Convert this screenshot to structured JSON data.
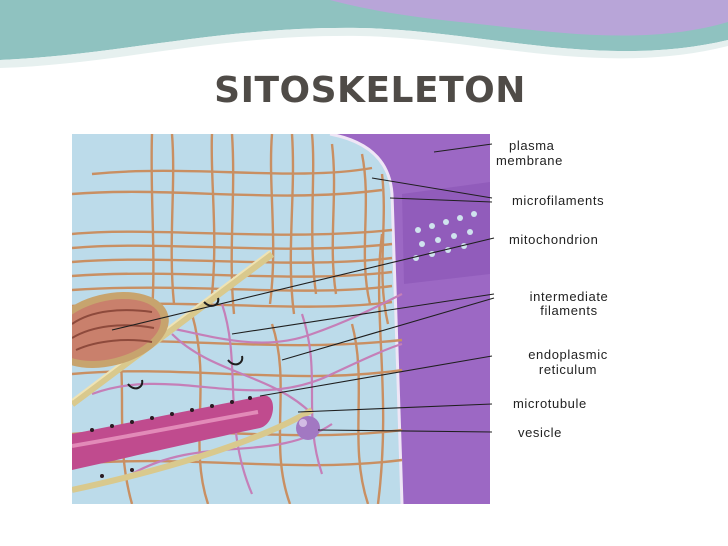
{
  "slide": {
    "title": "SITOSKELETON"
  },
  "diagram": {
    "labels": {
      "plasma_membrane_1": "plasma",
      "plasma_membrane_2": "membrane",
      "microfilaments": "microfilaments",
      "mitochondrion": "mitochondrion",
      "intermediate_filaments_1": "intermediate",
      "intermediate_filaments_2": "filaments",
      "endoplasmic_reticulum_1": "endoplasmic",
      "endoplasmic_reticulum_2": "reticulum",
      "microtubule": "microtubule",
      "vesicle": "vesicle"
    }
  },
  "colors": {
    "header_teal": "#7fb7b6",
    "header_purple": "#b9a7d6",
    "cytoplasm": "#bcdbea",
    "membrane": "#9c68c4",
    "filament": "#c98f62",
    "intermediate_filament": "#c57fb8",
    "er": "#c04b8e"
  }
}
